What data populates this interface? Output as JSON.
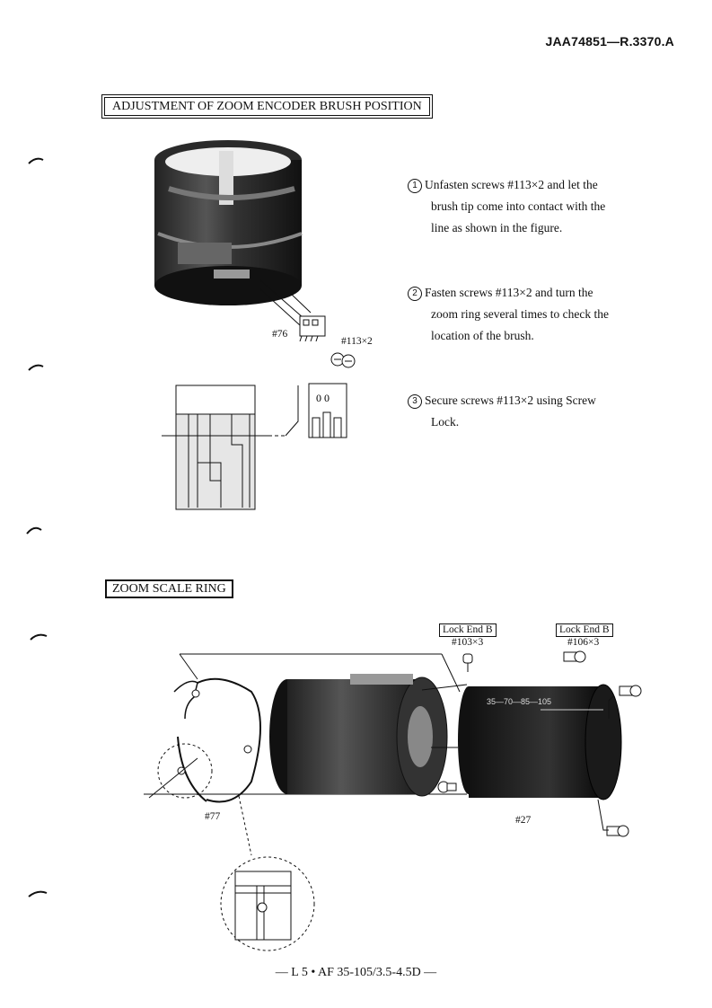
{
  "header": {
    "doc_id": "JAA74851—R.3370.A"
  },
  "section1": {
    "title": "ADJUSTMENT OF ZOOM ENCODER BRUSH POSITION",
    "steps": [
      {
        "num": "1",
        "line1": "Unfasten screws #113×2 and let the",
        "line2": "brush tip come into contact with the",
        "line3": "line as shown in the figure."
      },
      {
        "num": "2",
        "line1": "Fasten screws #113×2 and turn the",
        "line2": "zoom ring several times to check the",
        "line3": "location of the brush."
      },
      {
        "num": "3",
        "line1": "Secure screws #113×2 using Screw",
        "line2": "Lock.",
        "line3": ""
      }
    ],
    "labels": {
      "part76": "#76",
      "screw113": "#113×2"
    }
  },
  "section2": {
    "title": "ZOOM SCALE RING",
    "labels": {
      "lock_end_1": "Lock End B",
      "screw103": "#103×3",
      "lock_end_2": "Lock End B",
      "screw106": "#106×3",
      "part77": "#77",
      "part27": "#27"
    }
  },
  "footer": {
    "text": "— L 5 • AF 35-105/3.5-4.5D —"
  }
}
